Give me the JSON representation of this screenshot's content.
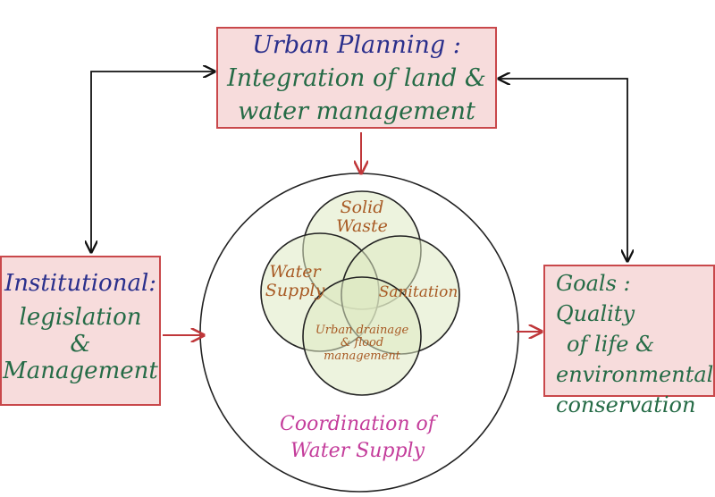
{
  "boxes": {
    "top": {
      "title": "Urban Planning :",
      "lines": [
        "Integration of land &",
        "water management"
      ]
    },
    "left": {
      "title": "Institutional:",
      "lines": [
        "legislation",
        "&",
        "Management"
      ]
    },
    "right": {
      "lines": [
        "Goals : Quality",
        "of life &",
        "environmental",
        "conservation"
      ]
    }
  },
  "venn": {
    "solid_waste": [
      "Solid",
      "Waste"
    ],
    "water_supply": [
      "Water",
      "Supply"
    ],
    "sanitation": [
      "Sanitation"
    ],
    "urban_drainage": [
      "Urban drainage",
      "& flood",
      "management"
    ]
  },
  "center_caption": [
    "Coordination of",
    "Water Supply"
  ],
  "colors": {
    "box_fill": "#f7dcdc",
    "box_border": "#c9484b",
    "title_blue": "#2a2f8c",
    "body_green": "#256b46",
    "venn_text": "#a85a24",
    "caption_magenta": "#c43d9b",
    "arrow_red": "#c0373a",
    "arrow_black": "#111111"
  }
}
